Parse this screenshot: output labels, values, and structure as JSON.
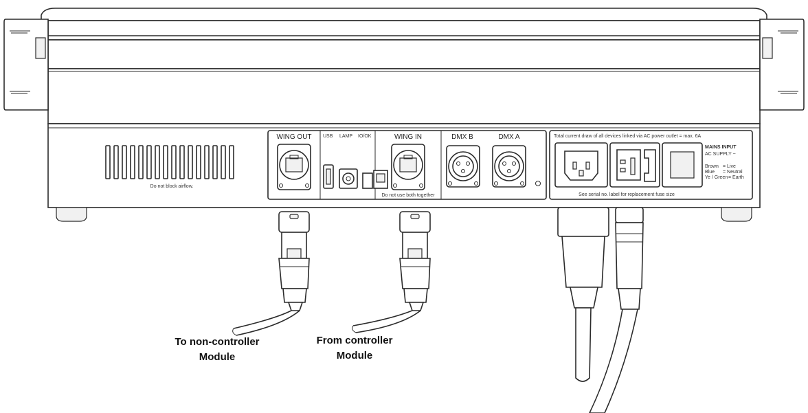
{
  "labels": {
    "vent_note": "Do not block airflow.",
    "wing_out": "WING OUT",
    "usb": "USB",
    "lamp": "LAMP",
    "io": "IO/OK",
    "wing_in": "WING IN",
    "no_both": "Do not use both together",
    "dmx_b": "DMX B",
    "dmx_a": "DMX A",
    "current_note": "Total current draw of all devices linked via AC power outlet = max. 6A",
    "mains_input": "MAINS INPUT",
    "ac_supply": "AC SUPPLY ~",
    "brown": "Brown",
    "blue": "Blue",
    "ye_green": "Ye / Green",
    "live": "= Live",
    "neutral": "= Neutral",
    "earth": "= Earth",
    "fuse_note": "See serial no. label for replacement fuse size"
  },
  "captions": {
    "to_line1": "To non-controller",
    "to_line2": "Module",
    "from_line1": "From controller",
    "from_line2": "Module"
  }
}
